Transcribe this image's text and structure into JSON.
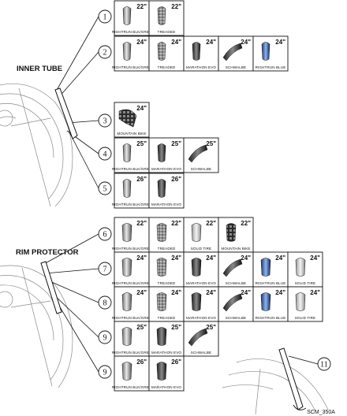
{
  "sections": {
    "inner_tube": "INNER TUBE",
    "rim_protector": "RIM PROTECTOR"
  },
  "doc_id": "SCM_350A",
  "rows": [
    {
      "callout": "1",
      "tiles": [
        {
          "size": "22\"",
          "label": "RIGHTRUN BLK/GREY",
          "icon": "tube-plain-icon"
        },
        {
          "size": "22\"",
          "label": "TREADED",
          "icon": "tube-treaded-icon"
        }
      ]
    },
    {
      "callout": "2",
      "tiles": [
        {
          "size": "24\"",
          "label": "RIGHTRUN BLK/GREY",
          "icon": "tube-plain-icon"
        },
        {
          "size": "24\"",
          "label": "TREADED",
          "icon": "tube-treaded-icon"
        },
        {
          "size": "24\"",
          "label": "MARATHON EVO",
          "icon": "tube-marathon-icon"
        },
        {
          "size": "24\"",
          "label": "SCHWALBE",
          "icon": "tube-schwalbe-icon"
        },
        {
          "size": "24\"",
          "label": "RIGHTRUN BLUE",
          "icon": "tube-blue-icon"
        }
      ]
    },
    {
      "callout": "3",
      "tiles": [
        {
          "size": "24\"",
          "label": "MOUNTAIN BIKE",
          "icon": "tube-mountain-icon"
        }
      ]
    },
    {
      "callout": "4",
      "tiles": [
        {
          "size": "25\"",
          "label": "RIGHTRUN BLK/GREY",
          "icon": "tube-plain-icon"
        },
        {
          "size": "25\"",
          "label": "MARATHON EVO",
          "icon": "tube-marathon-icon"
        },
        {
          "size": "25\"",
          "label": "SCHWALBE",
          "icon": "tube-schwalbe-icon"
        }
      ]
    },
    {
      "callout": "5",
      "tiles": [
        {
          "size": "26\"",
          "label": "RIGHTRUN BLK/GREY",
          "icon": "tube-plain-icon"
        },
        {
          "size": "26\"",
          "label": "MARATHON EVO",
          "icon": "tube-marathon-icon"
        }
      ]
    },
    {
      "callout": "6",
      "tiles": [
        {
          "size": "22\"",
          "label": "RIGHTRUN BLK/GREY",
          "icon": "tire-plain-icon"
        },
        {
          "size": "22\"",
          "label": "TREADED",
          "icon": "tire-treaded-icon"
        },
        {
          "size": "22\"",
          "label": "SOLID TIRE",
          "icon": "tire-solid-icon"
        },
        {
          "size": "22\"",
          "label": "MOUNTAIN BIKE",
          "icon": "tire-mountain-icon"
        }
      ]
    },
    {
      "callout": "7",
      "tiles": [
        {
          "size": "24\"",
          "label": "RIGHTRUN BLK/GREY",
          "icon": "tire-plain-icon"
        },
        {
          "size": "24\"",
          "label": "TREADED",
          "icon": "tire-treaded-icon"
        },
        {
          "size": "24\"",
          "label": "MARATHON EVO",
          "icon": "tire-marathon-icon"
        },
        {
          "size": "24\"",
          "label": "SCHWALBE",
          "icon": "tire-schwalbe-icon"
        },
        {
          "size": "24\"",
          "label": "RIGHTRUN BLUE",
          "icon": "tire-blue-icon"
        },
        {
          "size": "24\"",
          "label": "SOLID TIRE",
          "icon": "tire-solid-icon"
        }
      ]
    },
    {
      "callout": "8",
      "tiles": [
        {
          "size": "24\"",
          "label": "RIGHTRUN BLK/GREY",
          "icon": "tire-plain-icon"
        },
        {
          "size": "24\"",
          "label": "TREADED",
          "icon": "tire-treaded-icon"
        },
        {
          "size": "24\"",
          "label": "MARATHON EVO",
          "icon": "tire-marathon-icon"
        },
        {
          "size": "24\"",
          "label": "SCHWALBE",
          "icon": "tire-schwalbe-icon"
        },
        {
          "size": "24\"",
          "label": "RIGHTRUN BLUE",
          "icon": "tire-blue-icon"
        },
        {
          "size": "24\"",
          "label": "SOLID TIRE",
          "icon": "tire-solid-icon"
        }
      ]
    },
    {
      "callout": "9",
      "tiles": [
        {
          "size": "25\"",
          "label": "RIGHTRUN BLK/GREY",
          "icon": "tire-plain-icon"
        },
        {
          "size": "25\"",
          "label": "MARATHON EVO",
          "icon": "tire-marathon-icon"
        },
        {
          "size": "25\"",
          "label": "SCHWALBE",
          "icon": "tire-schwalbe-icon"
        }
      ]
    },
    {
      "callout": "9",
      "tiles": [
        {
          "size": "26\"",
          "label": "RIGHTRUN BLK/GREY",
          "icon": "tire-plain-icon"
        },
        {
          "size": "26\"",
          "label": "MARATHON EVO",
          "icon": "tire-marathon-icon"
        }
      ]
    }
  ],
  "extra_callout": "11"
}
